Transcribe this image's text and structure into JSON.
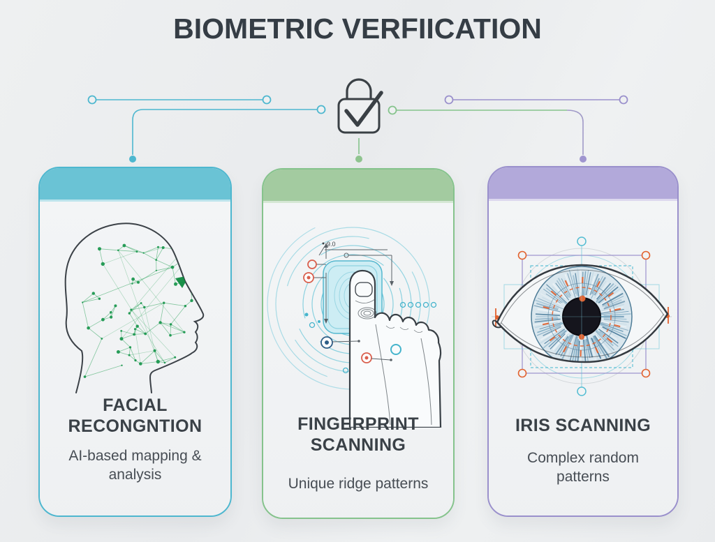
{
  "title": "BIOMETRIC VERFIICATION",
  "hub": {
    "icon": "lock-check-icon"
  },
  "colors": {
    "background": "#eceef0",
    "title_text": "#353d45",
    "teal_header": "#6ac3d5",
    "teal_border": "#4db7cf",
    "green_header": "#a3cba0",
    "green_border": "#85c38c",
    "purple_header": "#b2a9da",
    "purple_border": "#9a90cc",
    "mesh_green": "#1d9850",
    "scan_cyan": "#55bdd3",
    "accent_orange": "#e2622f",
    "marker_red": "#d95f4d",
    "marker_blue": "#2e5d86",
    "iris_blue": "#6e9cb8",
    "outline_dark": "#3a4045"
  },
  "cards": [
    {
      "id": "facial-recognition",
      "title": "FACIAL RECONGNTION",
      "subtitle": "AI-based mapping & analysis",
      "illustration": "face-mesh-illustration",
      "header_color": "#6ac3d5",
      "border_color": "#4db7cf",
      "dot_color": "#5fc0d2"
    },
    {
      "id": "fingerprint-scanning",
      "title": "FINGERPRINT SCANNING",
      "subtitle": "Unique ridge patterns",
      "annotation": "9.0",
      "illustration": "fingerprint-scan-illustration",
      "header_color": "#a3cba0",
      "border_color": "#85c38c",
      "dot_color": "#8fc48f"
    },
    {
      "id": "iris-scanning",
      "title": "IRIS SCANNING",
      "subtitle": "Complex random patterns",
      "illustration": "iris-eye-illustration",
      "header_color": "#b2a9da",
      "border_color": "#9a90cc",
      "dot_color": "#9f95cf"
    }
  ]
}
